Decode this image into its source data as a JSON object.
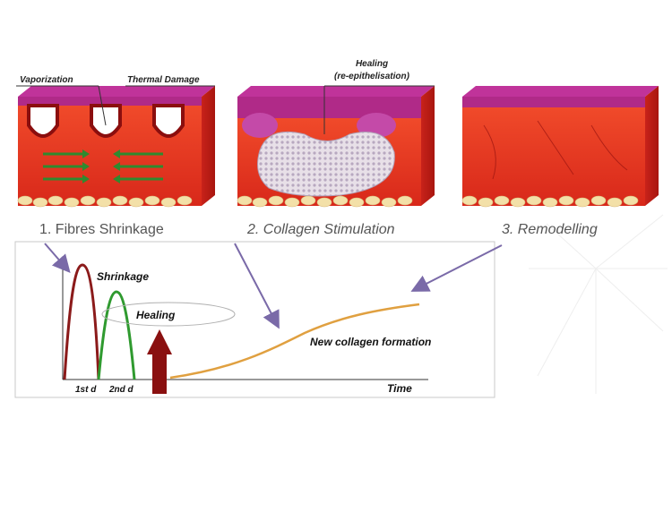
{
  "labels": {
    "vaporization": "Vaporization",
    "thermal_damage": "Thermal Damage",
    "healing_title": "Healing",
    "healing_sub": "(re-epithelisation)",
    "stage1": "1. Fibres Shrinkage",
    "stage2": "2. Collagen Stimulation",
    "stage3": "3. Remodelling"
  },
  "graph": {
    "shrinkage": "Shrinkage",
    "healing": "Healing",
    "new_collagen": "New collagen formation",
    "day1": "1st d",
    "day2": "2nd d",
    "time": "Time"
  },
  "colors": {
    "tissue": "#e8321e",
    "tissue_dark": "#c0200f",
    "epidermis": "#c0339a",
    "fat": "#f3e0a8",
    "wound_outline": "#8b0e0e",
    "shrink_curve": "#8b1a1a",
    "heal_curve": "#2f9a2f",
    "collagen_curve": "#e0a040",
    "arrow": "#8a1010",
    "pointer": "#7a6aa8"
  }
}
